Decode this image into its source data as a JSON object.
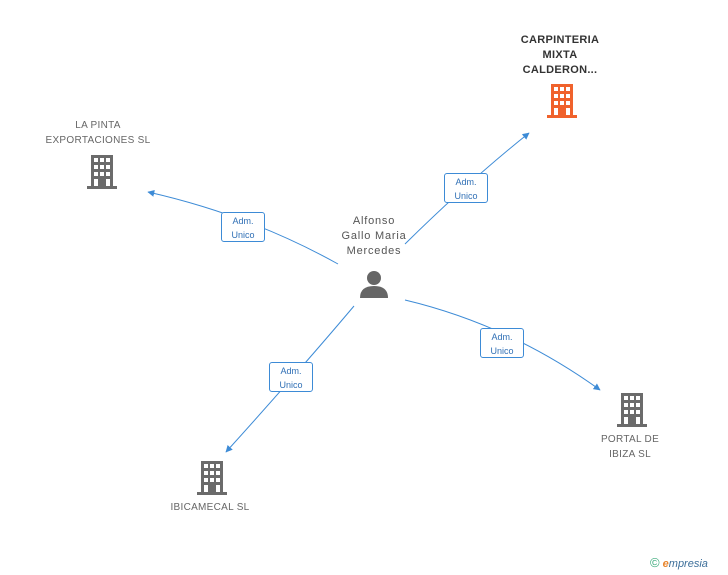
{
  "center": {
    "label_lines": [
      "Alfonso",
      "Gallo Maria",
      "Mercedes"
    ]
  },
  "companies": [
    {
      "id": "carpinteria",
      "label_lines": [
        "CARPINTERIA",
        "MIXTA",
        "CALDERON..."
      ],
      "highlight": true
    },
    {
      "id": "lapinta",
      "label_lines": [
        "LA PINTA",
        "EXPORTACIONES SL"
      ],
      "highlight": false
    },
    {
      "id": "portal",
      "label_lines": [
        "PORTAL DE",
        "IBIZA SL"
      ],
      "highlight": false
    },
    {
      "id": "ibicamecal",
      "label_lines": [
        "IBICAMECAL SL"
      ],
      "highlight": false
    }
  ],
  "relations": [
    {
      "target": "carpinteria",
      "label_lines": [
        "Adm.",
        "Unico"
      ]
    },
    {
      "target": "lapinta",
      "label_lines": [
        "Adm.",
        "Unico"
      ]
    },
    {
      "target": "portal",
      "label_lines": [
        "Adm.",
        "Unico"
      ]
    },
    {
      "target": "ibicamecal",
      "label_lines": [
        "Adm.",
        "Unico"
      ]
    }
  ],
  "colors": {
    "edge": "#3d8bd6",
    "building": "#6b6b6b",
    "building_highlight": "#f0622c",
    "person": "#666666"
  },
  "brand": {
    "copyright": "©",
    "e": "e",
    "name": "mpresia"
  }
}
